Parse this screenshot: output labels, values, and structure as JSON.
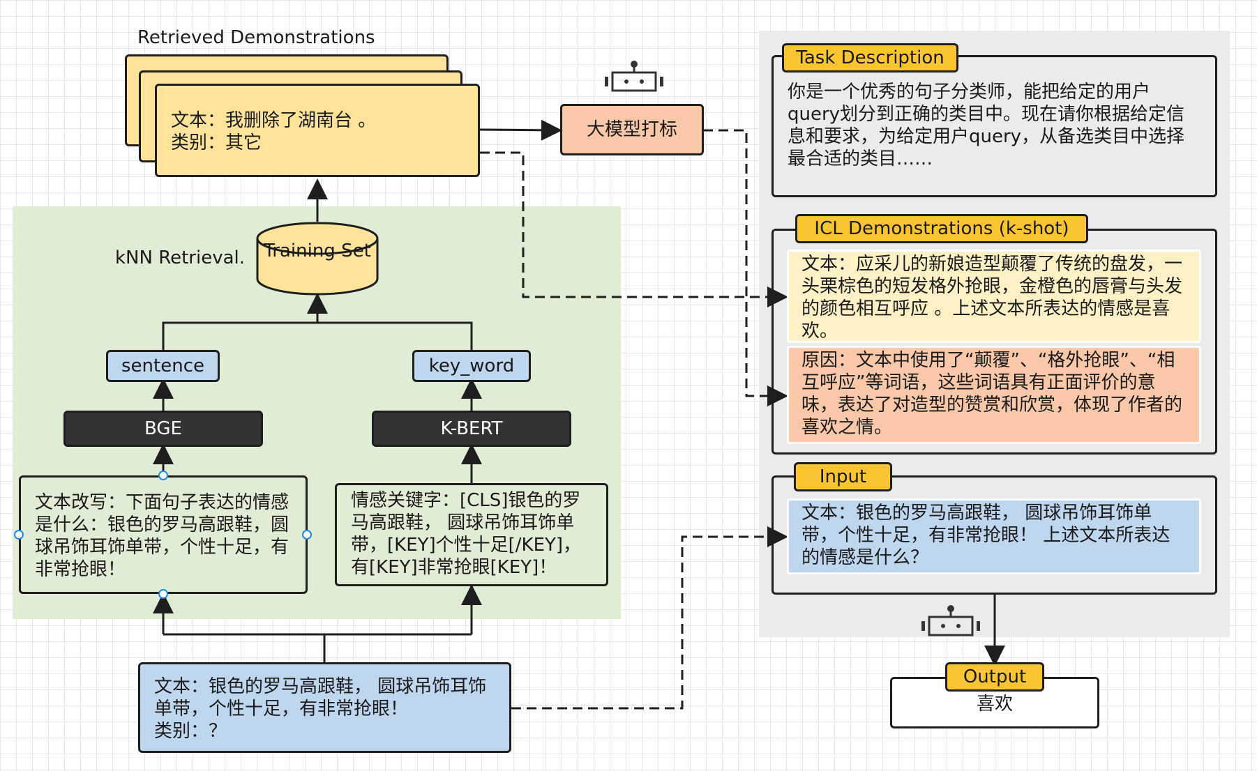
{
  "left": {
    "retrieved_title": "Retrieved Demonstrations",
    "retrieved_card": {
      "line1": "文本：我删除了湖南台 。",
      "line2": "类别：其它"
    },
    "knn_label": "kNN Retrieval.",
    "training_set": "Training Set",
    "sentence_tag": "sentence",
    "keyword_tag": "key_word",
    "bge": "BGE",
    "kbert": "K-BERT",
    "rewrite_text": "文本改写：下面句子表达的情感是什么：银色的罗马高跟鞋，圆球吊饰耳饰单带，个性十足，有非常抢眼！",
    "keyword_text": "情感关键字：[CLS]银色的罗马高跟鞋， 圆球吊饰耳饰单带，[KEY]个性十足[/KEY]，有[KEY]非常抢眼[KEY]！",
    "input_card": {
      "line1": "文本：银色的罗马高跟鞋， 圆球吊饰耳饰",
      "line2": "单带，个性十足，有非常抢眼！",
      "line3": "类别：？"
    },
    "llm_label": "大模型打标"
  },
  "right": {
    "task_tag": "Task Description",
    "task_text": "你是一个优秀的句子分类师，能把给定的用户query划分到正确的类目中。现在请你根据给定信息和要求，为给定用户query，从备选类目中选择最合适的类目……",
    "icl_tag": "ICL Demonstrations (k-shot)",
    "icl_text": "文本：应采儿的新娘造型颠覆了传统的盘发，一头栗棕色的短发格外抢眼，金橙色的唇膏与头发的颜色相互呼应 。上述文本所表达的情感是喜欢。",
    "reason_text": "原因：文本中使用了“颠覆”、“格外抢眼”、“相互呼应”等词语，这些词语具有正面评价的意味，表达了对造型的赞赏和欣赏，体现了作者的喜欢之情。",
    "input_tag": "Input",
    "input_text": "文本：银色的罗马高跟鞋， 圆球吊饰耳饰单带，个性十足，有非常抢眼！ 上述文本所表达的情感是什么？",
    "output_tag": "Output",
    "output_text": "喜欢"
  },
  "colors": {
    "yellow": "#fde49a",
    "orange_tag": "#fbc532",
    "blue": "#bfd7ee",
    "salmon": "#f8c8a8",
    "green_panel": "#e1ecd5",
    "gray_panel": "#ebebeb",
    "dark": "#333333"
  },
  "icons": [
    "robot-icon"
  ]
}
